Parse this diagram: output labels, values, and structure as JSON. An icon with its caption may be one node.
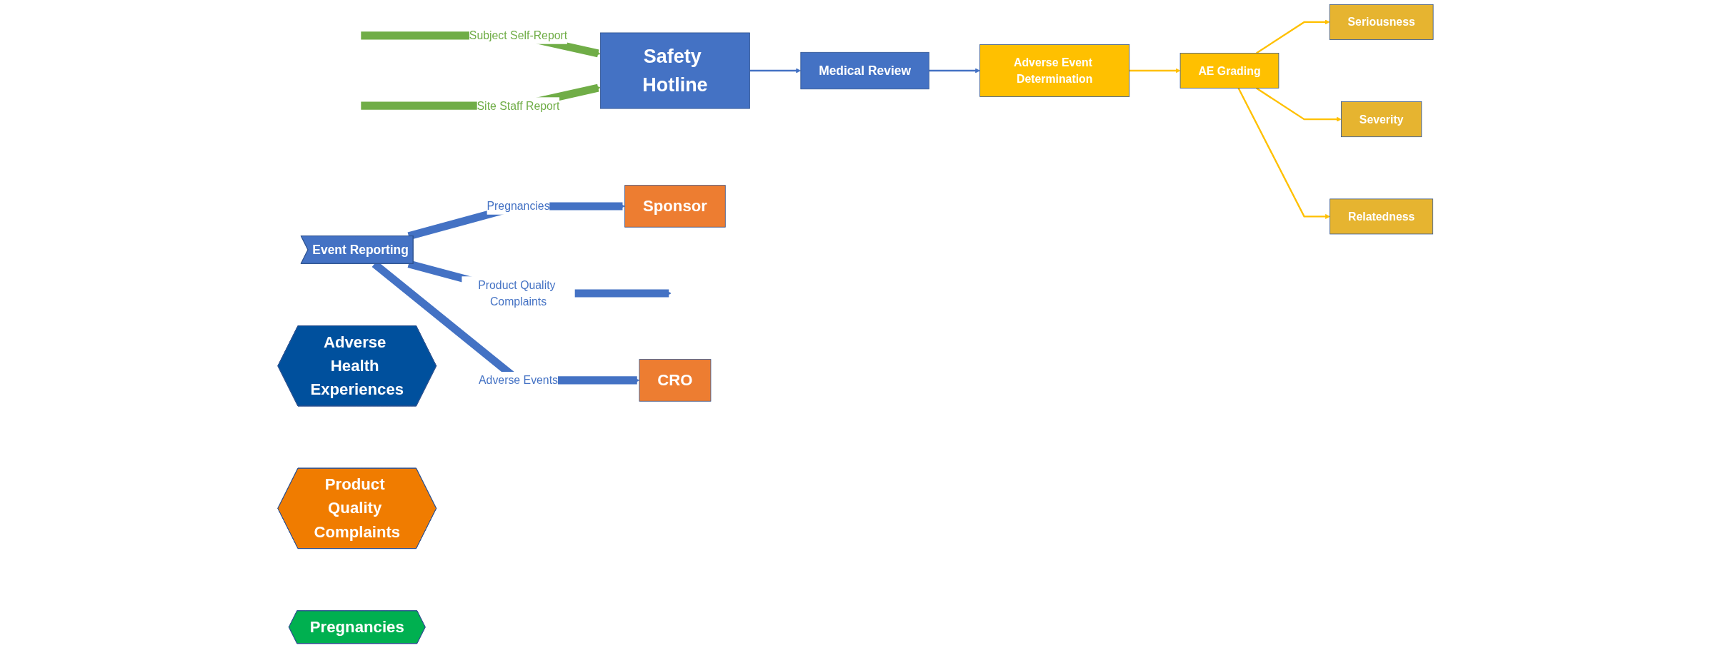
{
  "diagram": {
    "nodes": [
      {
        "text": [
          "Safety Hotline"
        ]
      },
      {
        "text": [
          "Medical Review"
        ]
      },
      {
        "text": [
          "Adverse Event Determination"
        ]
      },
      {
        "text": [
          "AE Grading"
        ]
      },
      {
        "text": [
          "Seriousness"
        ]
      },
      {
        "text": [
          "Severity"
        ]
      },
      {
        "text": [
          "Relatedness"
        ]
      },
      {
        "text": [
          "Event Reporting"
        ]
      },
      {
        "text": [
          "Sponsor"
        ]
      },
      {
        "text": [
          "CRO"
        ]
      },
      {
        "text": [
          "Adverse Health Experiences"
        ]
      },
      {
        "text": [
          "Product Quality Complaints"
        ]
      },
      {
        "text": [
          "Pregnancies"
        ]
      }
    ],
    "edges": [
      {
        "from": null,
        "to": 0,
        "arrow": "to",
        "label": "Subject Self-Report",
        "style": "thick",
        "color": "#70ad47"
      },
      {
        "from": null,
        "to": 0,
        "arrow": "to",
        "label": "Site Staff Report",
        "style": "thick",
        "color": "#70ad47"
      },
      {
        "from": 0,
        "to": 1,
        "arrow": "to"
      },
      {
        "from": 1,
        "to": 2,
        "arrow": "to"
      },
      {
        "from": 2,
        "to": 3,
        "arrow": "to",
        "color": "#ffc000"
      },
      {
        "from": 3,
        "to": 4,
        "arrow": "to",
        "color": "#ffc000"
      },
      {
        "from": 3,
        "to": 5,
        "arrow": "to",
        "color": "#ffc000"
      },
      {
        "from": 3,
        "to": 6,
        "arrow": "to",
        "color": "#ffc000"
      },
      {
        "from": 7,
        "to": 8,
        "arrow": "to",
        "label": "Pregnancies",
        "style": "thick"
      },
      {
        "from": 7,
        "to": null,
        "arrow": "to",
        "label": "Product Quality Complaints",
        "style": "thick"
      },
      {
        "from": 7,
        "to": 9,
        "arrow": "to",
        "label": "Adverse Events",
        "style": "thick"
      }
    ]
  }
}
